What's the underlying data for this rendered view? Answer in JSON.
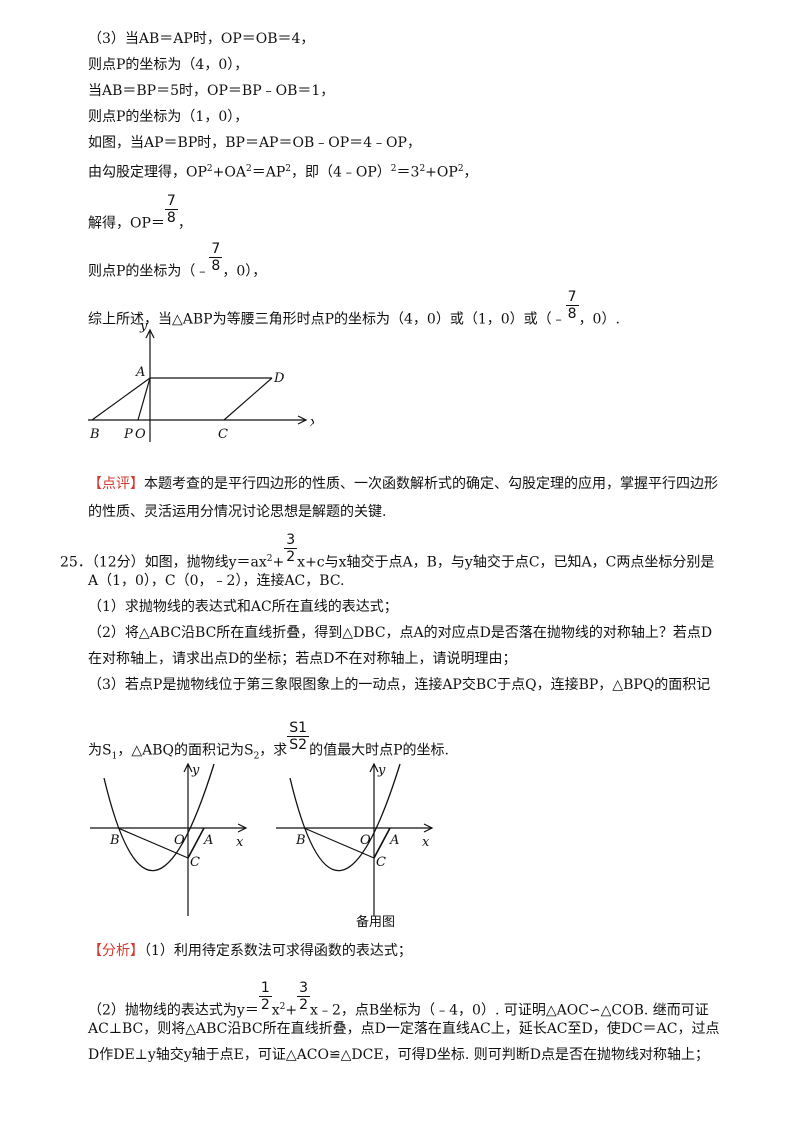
{
  "part3": {
    "l1": "（3）当AB＝AP时，OP＝OB＝4，",
    "l2": "则点P的坐标为（4，0），",
    "l3": "当AB＝BP＝5时，OP＝BP﹣OB＝1，",
    "l4": "则点P的坐标为（1，0），",
    "l5": "如图，当AP＝BP时，BP＝AP＝OB﹣OP＝4﹣OP，",
    "l6_a": "由勾股定理得，OP",
    "l6_b": "+OA",
    "l6_c": "＝AP",
    "l6_d": "，即（4﹣OP）",
    "l6_e": "＝3",
    "l6_f": "+OP",
    "l6_g": "，",
    "sup2": "2",
    "l7_a": "解得，OP＝",
    "l7_b": "，",
    "l8_a": "则点P的坐标为（﹣",
    "l8_b": "，0），",
    "l9_a": "综上所述，当△ABP为等腰三角形时点P的坐标为（4，0）或（1，0）或（﹣",
    "l9_b": "，0）.",
    "frac_num": "7",
    "frac_den": "8"
  },
  "figure1": {
    "labels": {
      "y": "y",
      "x": "x",
      "A": "A",
      "D": "D",
      "B": "B",
      "P": "P",
      "O": "O",
      "C": "C"
    }
  },
  "review": {
    "tag": "【点评】",
    "text": "本题考查的是平行四边形的性质、一次函数解析式的确定、勾股定理的应用，掌握平行四边形的性质、灵活运用分情况讨论思想是解题的关键."
  },
  "q25": {
    "l1_a": "25．（12分）如图，抛物线y＝ax",
    "l1_sup": "2",
    "l1_b": "+",
    "l1_frac_n": "3",
    "l1_frac_d": "2",
    "l1_c": "x+c与x轴交于点A，B，与y轴交于点C，已知A，C两点坐标分别是",
    "l2": "A（1，0），C（0，﹣2），连接AC，BC.",
    "s1": "（1）求抛物线的表达式和AC所在直线的表达式；",
    "s2a": "（2）将△ABC沿BC所在直线折叠，得到△DBC，点A的对应点D是否落在抛物线的对称轴上？若点D",
    "s2b": "在对称轴上，请求出点D的坐标；若点D不在对称轴上，请说明理由；",
    "s3a": "（3）若点P是抛物线位于第三象限图象上的一动点，连接AP交BC于点Q，连接BP，△BPQ的面积记",
    "s3b_a": "为S",
    "s3b_sub1": "1",
    "s3b_b": "，△ABQ的面积记为S",
    "s3b_sub2": "2",
    "s3b_c": "，求",
    "s3b_d": "的值最大时点P的坐标.",
    "frac_s_num": "S1",
    "frac_s_den": "S2"
  },
  "figure2": {
    "labels": {
      "y": "y",
      "x": "x",
      "B": "B",
      "O": "O",
      "A": "A",
      "C": "C"
    },
    "caption": "备用图"
  },
  "analysis": {
    "tag": "【分析】",
    "p1": "（1）利用待定系数法可求得函数的表达式；",
    "p2_a": "（2）抛物线的表达式为y＝",
    "p2_frac1_n": "1",
    "p2_frac1_d": "2",
    "p2_x2": "x",
    "p2_plus": "+",
    "p2_frac2_n": "3",
    "p2_frac2_d": "2",
    "p2_b": "x﹣2，点B坐标为（﹣4，0）. 可证明△AOC∽△COB. 继而可证",
    "p2_c": "AC⊥BC，则将△ABC沿BC所在直线折叠，点D一定落在直线AC上，延长AC至D，使DC＝AC，过点",
    "p2_d": "D作DE⊥y轴交y轴于点E，可证△ACO≌△DCE，可得D坐标. 则可判断D点是否在抛物线对称轴上；"
  }
}
